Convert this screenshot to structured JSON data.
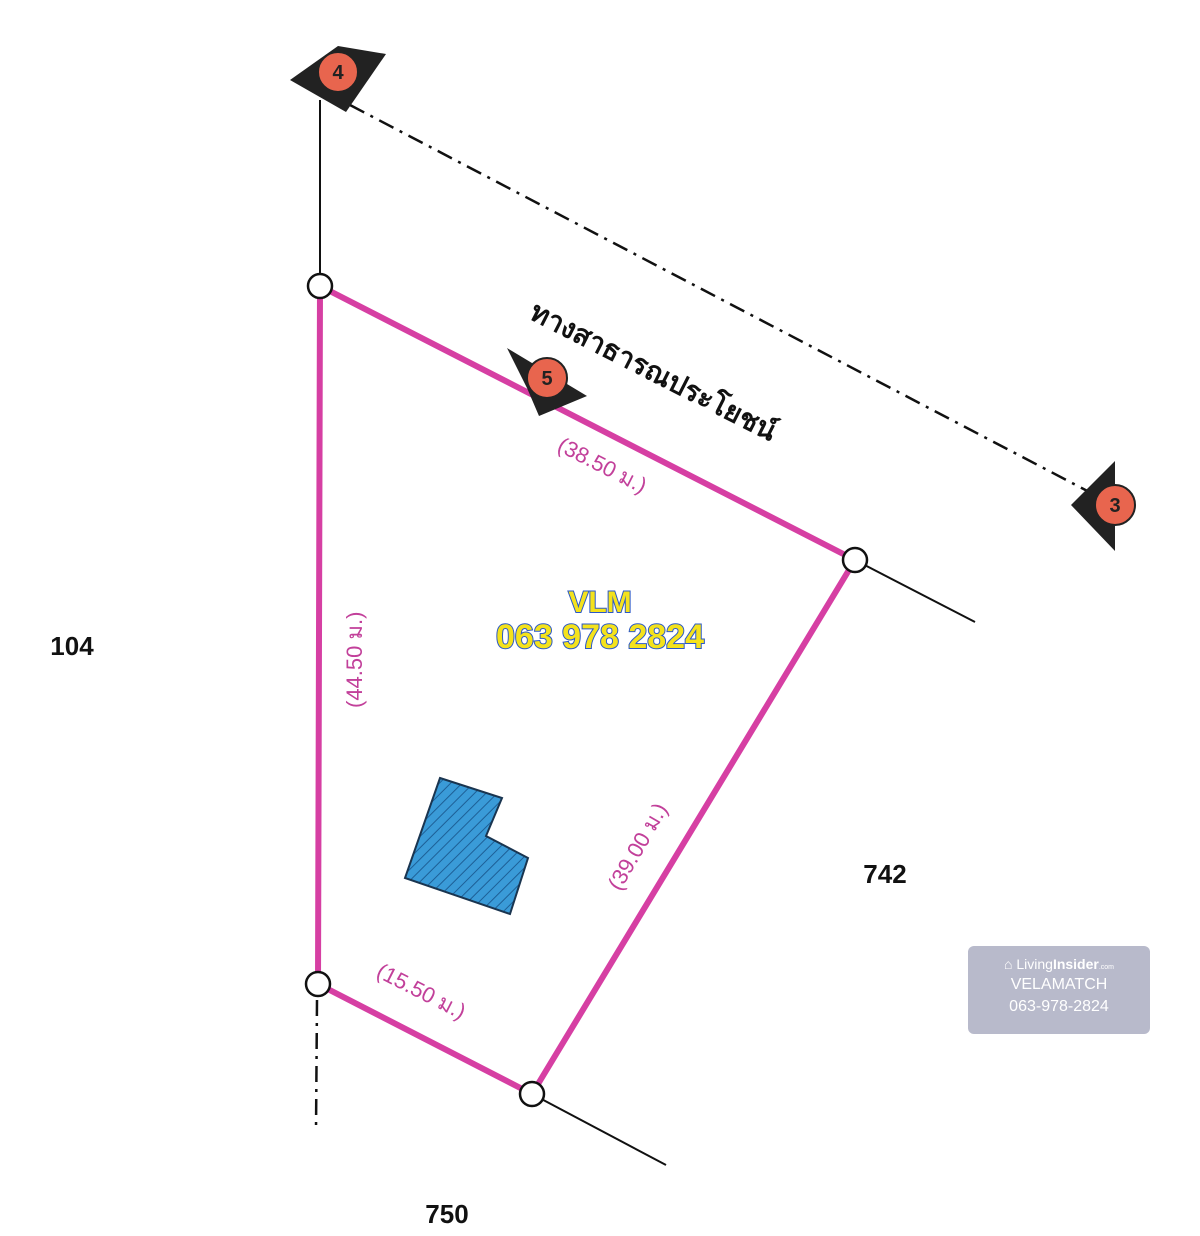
{
  "diagram": {
    "road_label": "ทางสาธารณประโยชน์",
    "markers": [
      "4",
      "5",
      "3"
    ],
    "dimensions": {
      "top": "(38.50 ม.)",
      "left": "(44.50 ม.)",
      "right": "(39.00 ม.)",
      "bottom": "(15.50 ม.)"
    },
    "neighbor_lots": {
      "west": "104",
      "east": "742",
      "south": "750"
    },
    "overlay": {
      "name": "VLM",
      "phone": "063 978 2824"
    },
    "colors": {
      "boundary": "#d63fa3",
      "building": "#3a9bd8",
      "marker": "#e8654e",
      "overlay_text": "#f4e21c"
    }
  },
  "watermark": {
    "brand_light": "Living",
    "brand_bold": "Insider",
    "brand_suffix": ".com",
    "agent": "VELAMATCH",
    "phone": "063-978-2824"
  }
}
